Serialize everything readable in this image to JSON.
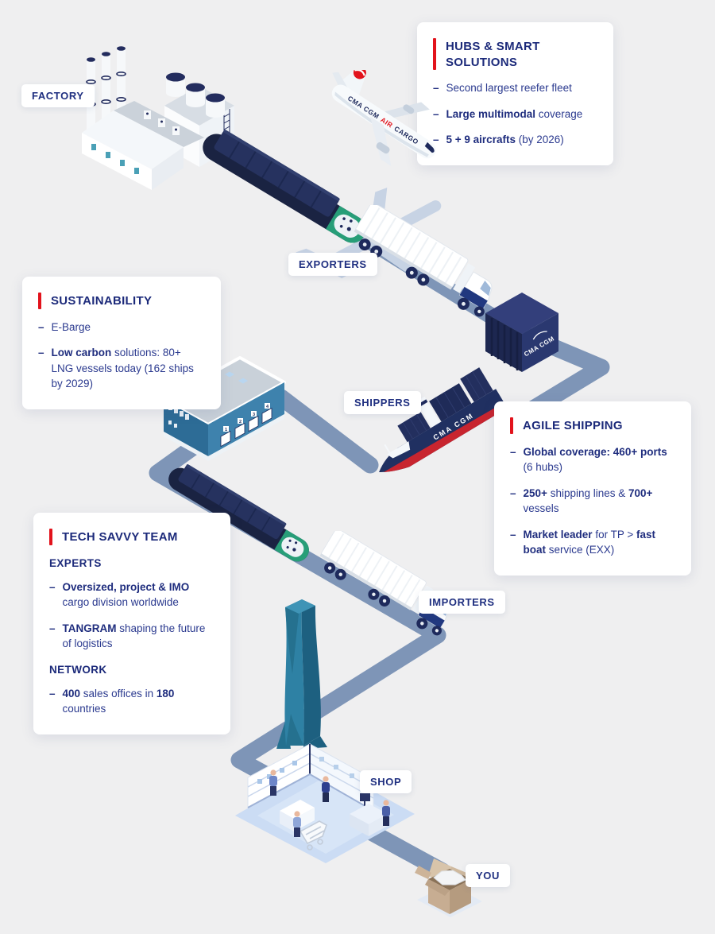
{
  "page": {
    "background": "#EFEFF0",
    "accent_red": "#E2131C",
    "title_navy": "#1C2A7A",
    "body_text_color": "#2B3A8F",
    "path_color": "#7E95B7",
    "barge_green": "#279E78",
    "warehouse_blue": "#3E82AD",
    "tower_teal": "#2E81A4"
  },
  "flow_labels": {
    "factory": "FACTORY",
    "exporters": "EXPORTERS",
    "shippers": "SHIPPERS",
    "importers": "IMPORTERS",
    "shop": "SHOP",
    "you": "YOU"
  },
  "cards": {
    "hubs": {
      "title": "HUBS & SMART SOLUTIONS",
      "sections": [
        {
          "header": null,
          "bullets": [
            [
              {
                "t": "Second largest reefer fleet"
              }
            ],
            [
              {
                "t": "Large multimodal",
                "b": 1
              },
              {
                "t": " coverage"
              }
            ],
            [
              {
                "t": "5 + 9 aircrafts",
                "b": 1
              },
              {
                "t": " (by 2026)"
              }
            ]
          ]
        }
      ]
    },
    "sustainability": {
      "title": "SUSTAINABILITY",
      "sections": [
        {
          "header": null,
          "bullets": [
            [
              {
                "t": "E-Barge"
              }
            ],
            [
              {
                "t": "Low carbon",
                "b": 1
              },
              {
                "t": " solutions: 80+ LNG vessels today  (162 ships by 2029)"
              }
            ]
          ]
        }
      ]
    },
    "agile": {
      "title": "AGILE SHIPPING",
      "sections": [
        {
          "header": null,
          "bullets": [
            [
              {
                "t": "Global coverage: 460+ ports",
                "b": 1
              },
              {
                "t": " (6 hubs)"
              }
            ],
            [
              {
                "t": "250+",
                "b": 1
              },
              {
                "t": " shipping lines & "
              },
              {
                "t": "700+",
                "b": 1
              },
              {
                "t": " vessels"
              }
            ],
            [
              {
                "t": "Market leader",
                "b": 1
              },
              {
                "t": " for TP > "
              },
              {
                "t": "fast boat",
                "b": 1
              },
              {
                "t": " service (EXX)"
              }
            ]
          ]
        }
      ]
    },
    "tech": {
      "title": "TECH SAVVY TEAM",
      "sections": [
        {
          "header": "EXPERTS",
          "bullets": [
            [
              {
                "t": "Oversized, project & IMO",
                "b": 1
              },
              {
                "t": " cargo division worldwide"
              }
            ],
            [
              {
                "t": "TANGRAM",
                "b": 1
              },
              {
                "t": "  shaping the future of logistics"
              }
            ]
          ]
        },
        {
          "header": "NETWORK",
          "bullets": [
            [
              {
                "t": "400",
                "b": 1
              },
              {
                "t": " sales offices in "
              },
              {
                "t": "180",
                "b": 1
              },
              {
                "t": " countries"
              }
            ]
          ]
        }
      ]
    }
  },
  "illustrations": {
    "air_cargo_plane": {
      "label_pre": "CMA CGM",
      "label_mid": "AIR",
      "label_post": "CARGO"
    },
    "container_label": "CMA CGM",
    "ship_hull_label": "CMA CGM",
    "warehouse_dock_numbers": [
      "1",
      "2",
      "3",
      "4"
    ]
  }
}
